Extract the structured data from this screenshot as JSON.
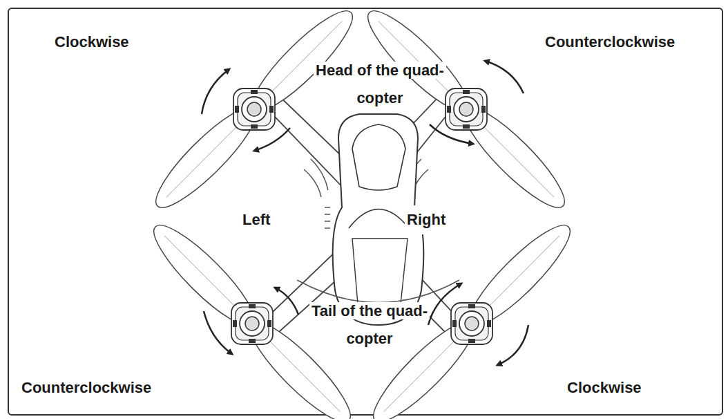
{
  "diagram": {
    "labels": [
      "Clockwise",
      "Counterclockwise",
      "Head of the quad-copter",
      "Left",
      "Right",
      "Tail of the quad-copter",
      "Counterclockwise",
      "Clockwise"
    ]
  }
}
